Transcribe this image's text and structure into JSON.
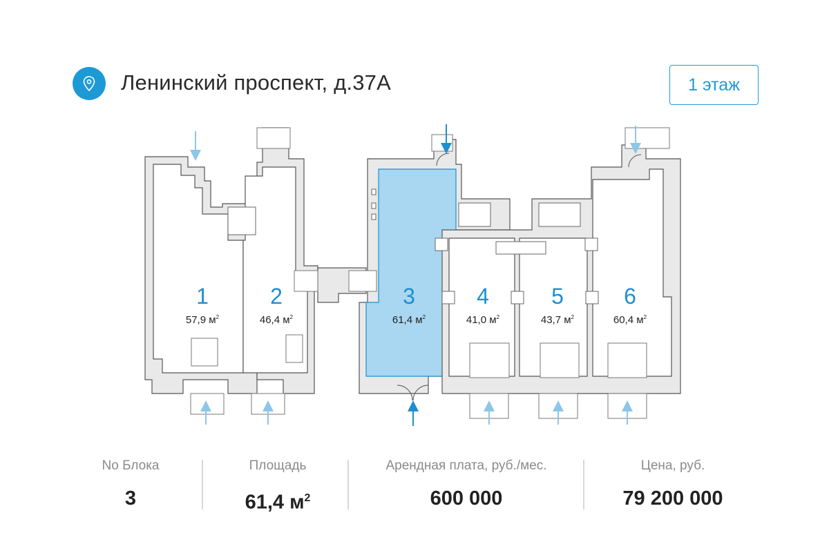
{
  "header": {
    "address": "Ленинский проспект, д.37А",
    "location_icon": "map-pin-icon",
    "floor_button": "1 этаж"
  },
  "accent_color": "#1d9ad6",
  "selected_fill": "#a9d6f0",
  "units": [
    {
      "number": "1",
      "area": "57,9 м",
      "sup": "2"
    },
    {
      "number": "2",
      "area": "46,4 м",
      "sup": "2"
    },
    {
      "number": "3",
      "area": "61,4 м",
      "sup": "2"
    },
    {
      "number": "4",
      "area": "41,0 м",
      "sup": "2"
    },
    {
      "number": "5",
      "area": "43,7 м",
      "sup": "2"
    },
    {
      "number": "6",
      "area": "60,4 м",
      "sup": "2"
    }
  ],
  "selected_unit": "3",
  "info": {
    "block_label": "No Блока",
    "block_value": "3",
    "area_label": "Площадь",
    "area_value": "61,4 м",
    "area_sup": "2",
    "rent_label": "Арендная плата, руб./мес.",
    "rent_value": "600 000",
    "price_label": "Цена, руб.",
    "price_value": "79 200 000"
  }
}
